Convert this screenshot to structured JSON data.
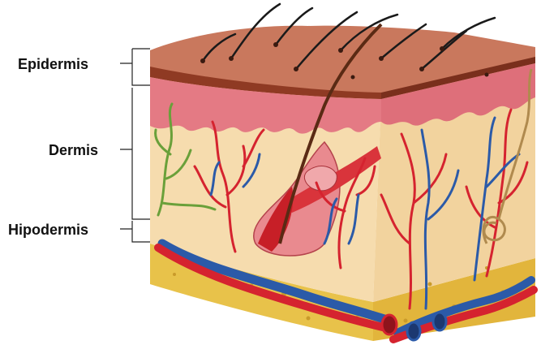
{
  "labels": {
    "epidermis": "Epidermis",
    "dermis": "Dermis",
    "hypodermis": "Hipodermis"
  },
  "colors": {
    "epidermis_top": "#c9785d",
    "epidermis_band": "#8f3a23",
    "dermis": "#f6dcae",
    "dermis_side": "#f2d39e",
    "papillae": "#e47a84",
    "fat": "#e8c24a",
    "fat_dark": "#c99a2a",
    "artery": "#d5232f",
    "vein": "#2b5aa8",
    "nerve": "#6aa03a",
    "hair": "#1a1a1a"
  }
}
